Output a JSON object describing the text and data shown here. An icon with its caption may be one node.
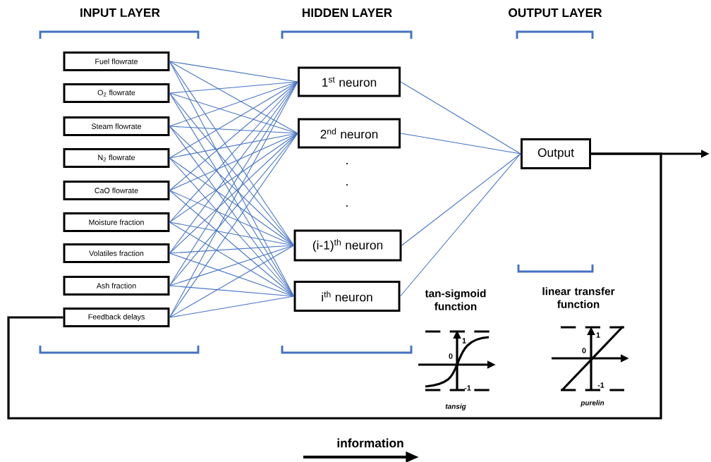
{
  "diagram": {
    "nodes": [
      {
        "text": [
          "Fuel flowrate"
        ]
      },
      {
        "text": [
          "O$_{2}$ flowrate"
        ]
      },
      {
        "text": [
          "Steam flowrate"
        ]
      },
      {
        "text": [
          "N$_{2}$ flowrate"
        ]
      },
      {
        "text": [
          "CaO flowrate"
        ]
      },
      {
        "text": [
          "Moisture fraction"
        ]
      },
      {
        "text": [
          "Volatiles fraction"
        ]
      },
      {
        "text": [
          "Ash fraction"
        ]
      },
      {
        "text": [
          "Feedback delays"
        ]
      },
      {
        "text": [
          "1$^{st}$ neuron"
        ]
      },
      {
        "text": [
          "2$^{nd}$ neuron"
        ]
      },
      {
        "text": [
          "(i-1)$^{th}$ neuron"
        ]
      },
      {
        "text": [
          "i$^{th}$ neuron"
        ]
      },
      {
        "text": [
          "Output"
        ]
      }
    ],
    "edges": [
      {
        "from": 0,
        "to": 9,
        "arrow": "none",
        "color": "#4472c4"
      },
      {
        "from": 0,
        "to": 10,
        "arrow": "none",
        "color": "#4472c4"
      },
      {
        "from": 0,
        "to": 11,
        "arrow": "none",
        "color": "#4472c4"
      },
      {
        "from": 0,
        "to": 12,
        "arrow": "none",
        "color": "#4472c4"
      },
      {
        "from": 1,
        "to": 9,
        "arrow": "none",
        "color": "#4472c4"
      },
      {
        "from": 1,
        "to": 10,
        "arrow": "none",
        "color": "#4472c4"
      },
      {
        "from": 1,
        "to": 11,
        "arrow": "none",
        "color": "#4472c4"
      },
      {
        "from": 1,
        "to": 12,
        "arrow": "none",
        "color": "#4472c4"
      },
      {
        "from": 2,
        "to": 9,
        "arrow": "none",
        "color": "#4472c4"
      },
      {
        "from": 2,
        "to": 10,
        "arrow": "none",
        "color": "#4472c4"
      },
      {
        "from": 2,
        "to": 11,
        "arrow": "none",
        "color": "#4472c4"
      },
      {
        "from": 2,
        "to": 12,
        "arrow": "none",
        "color": "#4472c4"
      },
      {
        "from": 3,
        "to": 9,
        "arrow": "none",
        "color": "#4472c4"
      },
      {
        "from": 3,
        "to": 10,
        "arrow": "none",
        "color": "#4472c4"
      },
      {
        "from": 3,
        "to": 11,
        "arrow": "none",
        "color": "#4472c4"
      },
      {
        "from": 3,
        "to": 12,
        "arrow": "none",
        "color": "#4472c4"
      },
      {
        "from": 4,
        "to": 9,
        "arrow": "none",
        "color": "#4472c4"
      },
      {
        "from": 4,
        "to": 10,
        "arrow": "none",
        "color": "#4472c4"
      },
      {
        "from": 4,
        "to": 11,
        "arrow": "none",
        "color": "#4472c4"
      },
      {
        "from": 4,
        "to": 12,
        "arrow": "none",
        "color": "#4472c4"
      },
      {
        "from": 5,
        "to": 9,
        "arrow": "none",
        "color": "#4472c4"
      },
      {
        "from": 5,
        "to": 10,
        "arrow": "none",
        "color": "#4472c4"
      },
      {
        "from": 5,
        "to": 11,
        "arrow": "none",
        "color": "#4472c4"
      },
      {
        "from": 5,
        "to": 12,
        "arrow": "none",
        "color": "#4472c4"
      },
      {
        "from": 6,
        "to": 9,
        "arrow": "none",
        "color": "#4472c4"
      },
      {
        "from": 6,
        "to": 10,
        "arrow": "none",
        "color": "#4472c4"
      },
      {
        "from": 6,
        "to": 11,
        "arrow": "none",
        "color": "#4472c4"
      },
      {
        "from": 6,
        "to": 12,
        "arrow": "none",
        "color": "#4472c4"
      },
      {
        "from": 7,
        "to": 9,
        "arrow": "none",
        "color": "#4472c4"
      },
      {
        "from": 7,
        "to": 10,
        "arrow": "none",
        "color": "#4472c4"
      },
      {
        "from": 7,
        "to": 11,
        "arrow": "none",
        "color": "#4472c4"
      },
      {
        "from": 7,
        "to": 12,
        "arrow": "none",
        "color": "#4472c4"
      },
      {
        "from": 8,
        "to": 9,
        "arrow": "none",
        "color": "#4472c4"
      },
      {
        "from": 8,
        "to": 10,
        "arrow": "none",
        "color": "#4472c4"
      },
      {
        "from": 8,
        "to": 11,
        "arrow": "none",
        "color": "#4472c4"
      },
      {
        "from": 8,
        "to": 12,
        "arrow": "none",
        "color": "#4472c4"
      },
      {
        "from": 9,
        "to": 13,
        "arrow": "none",
        "color": "#4472c4"
      },
      {
        "from": 10,
        "to": 13,
        "arrow": "none",
        "color": "#4472c4"
      },
      {
        "from": 11,
        "to": 13,
        "arrow": "none",
        "color": "#4472c4"
      },
      {
        "from": 12,
        "to": 13,
        "arrow": "none",
        "color": "#4472c4"
      },
      {
        "from": 13,
        "to": null,
        "arrow": "to",
        "style": "thick",
        "color": "#000000"
      },
      {
        "from": 13,
        "to": 8,
        "arrow": "none",
        "style": "thick",
        "color": "#000000"
      }
    ],
    "labels": [
      "INPUT LAYER",
      "HIDDEN LAYER",
      "OUTPUT LAYER",
      ".",
      ".",
      ".",
      "tan-sigmoid function",
      "1",
      "0",
      "-1",
      "tansig",
      "linear transfer function",
      "1",
      "0",
      "-1",
      "purelin",
      "information"
    ]
  }
}
